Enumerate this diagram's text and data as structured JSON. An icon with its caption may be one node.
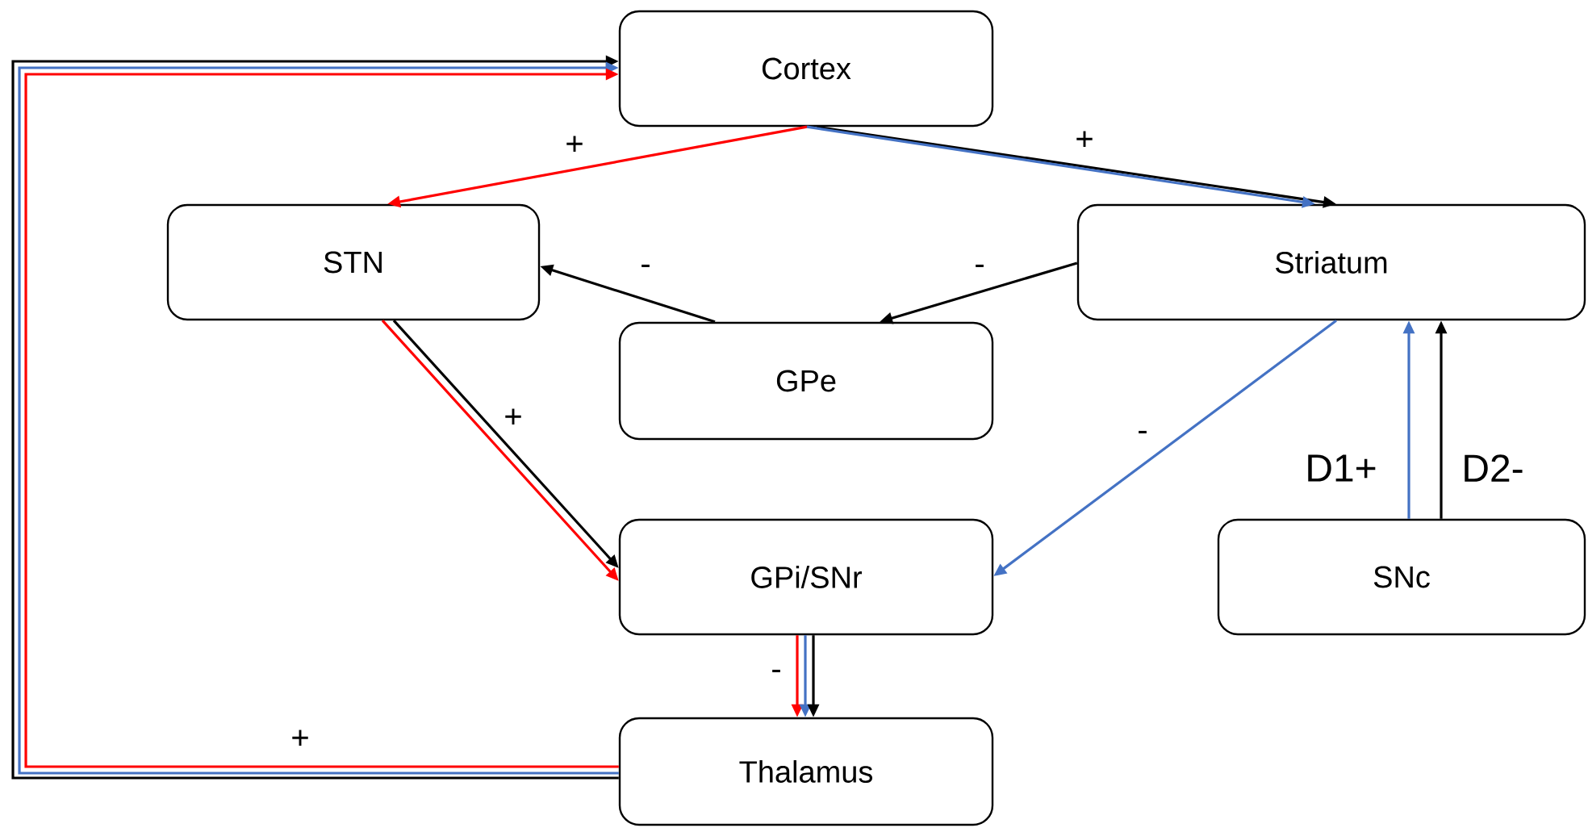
{
  "diagram": {
    "nodes": [
      {
        "text": [
          "Cortex"
        ]
      },
      {
        "text": [
          "STN"
        ]
      },
      {
        "text": [
          "Striatum"
        ]
      },
      {
        "text": [
          "GPe"
        ]
      },
      {
        "text": [
          "GPi/SNr"
        ]
      },
      {
        "text": [
          "SNc"
        ]
      },
      {
        "text": [
          "Thalamus"
        ]
      }
    ],
    "edges": [
      {
        "from": 0,
        "to": 1,
        "arrow": "to",
        "label": "+",
        "color": "#ff0000"
      },
      {
        "from": 0,
        "to": 2,
        "arrow": "to",
        "label": "+"
      },
      {
        "from": 0,
        "to": 2,
        "arrow": "to",
        "color": "#4472c4"
      },
      {
        "from": 2,
        "to": 3,
        "arrow": "to",
        "label": "-"
      },
      {
        "from": 3,
        "to": 1,
        "arrow": "to",
        "label": "-"
      },
      {
        "from": 1,
        "to": 4,
        "arrow": "to",
        "label": "+"
      },
      {
        "from": 1,
        "to": 4,
        "arrow": "to",
        "color": "#ff0000"
      },
      {
        "from": 2,
        "to": 4,
        "arrow": "to",
        "label": "-",
        "color": "#4472c4"
      },
      {
        "from": 5,
        "to": 2,
        "arrow": "to",
        "label": "D1+",
        "color": "#4472c4"
      },
      {
        "from": 5,
        "to": 2,
        "arrow": "to",
        "label": "D2-"
      },
      {
        "from": 4,
        "to": 6,
        "arrow": "to",
        "label": "-",
        "color": "#ff0000"
      },
      {
        "from": 4,
        "to": 6,
        "arrow": "to",
        "color": "#4472c4"
      },
      {
        "from": 4,
        "to": 6,
        "arrow": "to"
      },
      {
        "from": 6,
        "to": 0,
        "arrow": "to",
        "label": "+"
      },
      {
        "from": 6,
        "to": 0,
        "arrow": "to",
        "color": "#4472c4"
      },
      {
        "from": 6,
        "to": 0,
        "arrow": "to",
        "color": "#ff0000"
      }
    ]
  }
}
